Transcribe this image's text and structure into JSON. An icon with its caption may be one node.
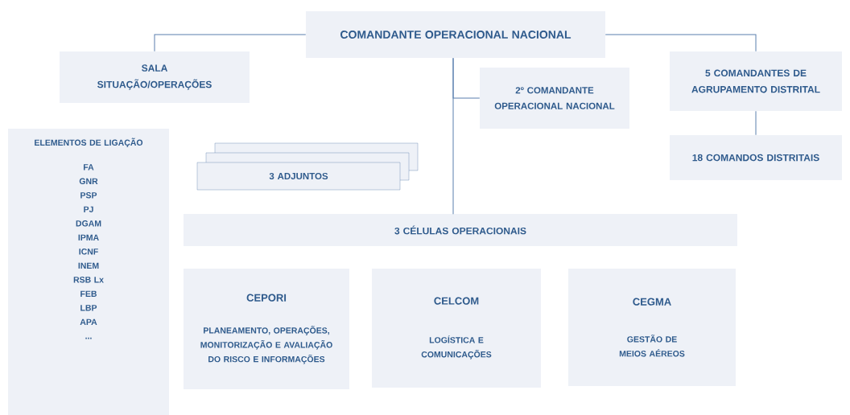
{
  "diagram": {
    "nodes": [
      {
        "text": [
          "COMANDANTE OPERACIONAL NACIONAL"
        ]
      },
      {
        "text": [
          "SALA SITUAÇÃO/OPERAÇÕES"
        ]
      },
      {
        "text": [
          "5 COMANDANTES DE AGRUPAMENTO DISTRITAL"
        ]
      },
      {
        "text": [
          "2º COMANDANTE OPERACIONAL NACIONAL"
        ]
      },
      {
        "text": [
          "ELEMENTOS DE LIGAÇÃO",
          "FA",
          "GNR",
          "PSP",
          "PJ",
          "DGAM",
          "IPMA",
          "ICNF",
          "INEM",
          "RSB Lx",
          "FEB",
          "LBP",
          "APA",
          "..."
        ]
      },
      {
        "text": [
          "3 ADJUNTOS"
        ]
      },
      {
        "text": [
          "18 COMANDOS DISTRITAIS"
        ]
      },
      {
        "text": [
          "3 CÉLULAS OPERACIONAIS"
        ]
      },
      {
        "text": [
          "CEPORI",
          "PLANEAMENTO, OPERAÇÕES, MONITORIZAÇÃO E AVALIAÇÃO DO RISCO E INFORMAÇÕES"
        ]
      },
      {
        "text": [
          "CELCOM",
          "LOGÍSTICA E COMUNICAÇÕES"
        ]
      },
      {
        "text": [
          "CEGMA",
          "GESTÃO DE MEIOS AÉREOS"
        ]
      }
    ],
    "edges": [
      {
        "from": 0,
        "to": 1,
        "arrow": "none"
      },
      {
        "from": 0,
        "to": 2,
        "arrow": "none"
      },
      {
        "from": 0,
        "to": 3,
        "arrow": "none"
      },
      {
        "from": 0,
        "to": 7,
        "arrow": "none"
      },
      {
        "from": 2,
        "to": 6,
        "arrow": "none"
      }
    ]
  }
}
